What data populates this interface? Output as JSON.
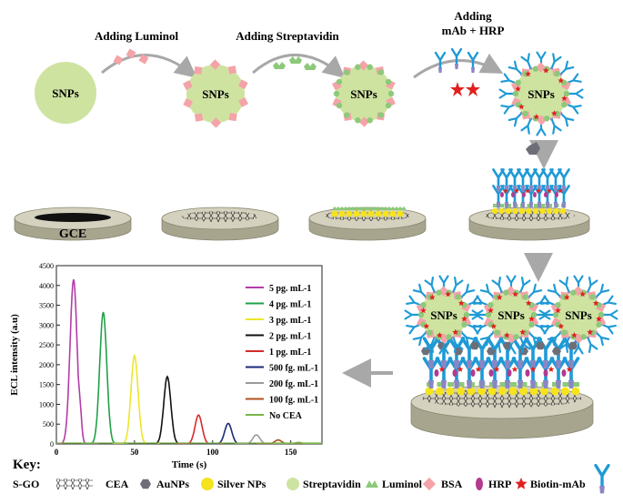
{
  "steps": {
    "luminol": "Adding Luminol",
    "streptavidin": "Adding Streptavidin",
    "mab_line1": "Adding",
    "mab_line2": "mAb + HRP"
  },
  "particle_label": "SNPs",
  "electrode_label": "GCE",
  "chart_data": {
    "type": "line",
    "xlabel": "Time (s)",
    "ylabel": "ECL intensity (a.u)",
    "xlim": [
      0,
      170
    ],
    "ylim": [
      0,
      4500
    ],
    "x_ticks": [
      0,
      50,
      100,
      150
    ],
    "y_ticks": [
      0,
      500,
      1000,
      1500,
      2000,
      2500,
      3000,
      3500,
      4000,
      4500
    ],
    "series": [
      {
        "name": "5 pg. mL-1",
        "color": "#b33ca8",
        "peak_x": 11,
        "peak_y": 4150
      },
      {
        "name": "4 pg. mL-1",
        "color": "#22a04a",
        "peak_x": 30,
        "peak_y": 3330
      },
      {
        "name": "3 pg. mL-1",
        "color": "#ece62a",
        "peak_x": 50,
        "peak_y": 2230
      },
      {
        "name": "2 pg. mL-1",
        "color": "#111111",
        "peak_x": 71,
        "peak_y": 1700
      },
      {
        "name": "1 pg. mL-1",
        "color": "#d62a2a",
        "peak_x": 91,
        "peak_y": 730
      },
      {
        "name": "500 fg. mL-1",
        "color": "#1c2a78",
        "peak_x": 110,
        "peak_y": 520
      },
      {
        "name": "200 fg. mL-1",
        "color": "#9a9a9a",
        "peak_x": 128,
        "peak_y": 230
      },
      {
        "name": "100 fg. mL-1",
        "color": "#b0521c",
        "peak_x": 142,
        "peak_y": 100
      },
      {
        "name": "No CEA",
        "color": "#7ab648",
        "peak_x": 155,
        "peak_y": 40
      }
    ]
  },
  "key": {
    "title": "Key:",
    "items": [
      "S-GO",
      "CEA",
      "AuNPs",
      "Silver NPs",
      "Streptavidin",
      "Luminol",
      "BSA",
      "HRP",
      "Biotin-mAb"
    ]
  },
  "colors": {
    "particle": "#cfe3a1",
    "luminol": "#f4a3a8",
    "streptavidin": "#8cc97a",
    "antibody": "#1e9ad6",
    "antibody_fc": "#8a86c4",
    "hrp": "#b33a8f",
    "biotin": "#e02020",
    "aunp": "#6e6e78",
    "silver": "#f5e31c",
    "electrode_top": "#d4d1be",
    "electrode_side": "#a8a58f",
    "arrow": "#a8a8a8"
  }
}
